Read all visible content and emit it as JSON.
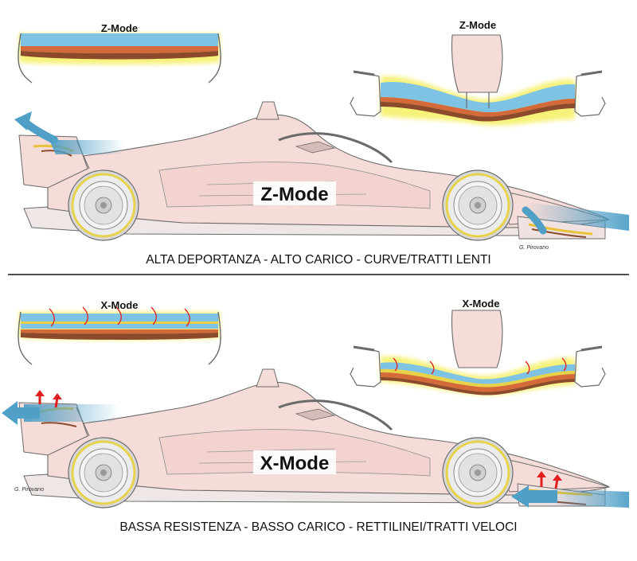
{
  "top_panel": {
    "rear_wing_title": "Z-Mode",
    "front_wing_title": "Z-Mode",
    "car_label": "Z-Mode",
    "caption": "ALTA DEPORTANZA - ALTO CARICO - CURVE/TRATTI LENTI",
    "credit": "G. Pirovano"
  },
  "bottom_panel": {
    "rear_wing_title": "X-Mode",
    "front_wing_title": "X-Mode",
    "car_label": "X-Mode",
    "caption": "BASSA RESISTENZA - BASSO CARICO - RETTILINEI/TRATTI VELOCI",
    "credit": "G. Pirovano"
  },
  "colors": {
    "body": "#f6dcd8",
    "outline": "#6a6a6a",
    "airflow": "#5fa9cc",
    "wing_blue": "#7ec3e4",
    "wing_brown": "#8b4a2b",
    "wing_orange": "#d46a3a",
    "glow": "#f6f06a",
    "arrow_red": "#e02020",
    "divider": "#111111"
  }
}
